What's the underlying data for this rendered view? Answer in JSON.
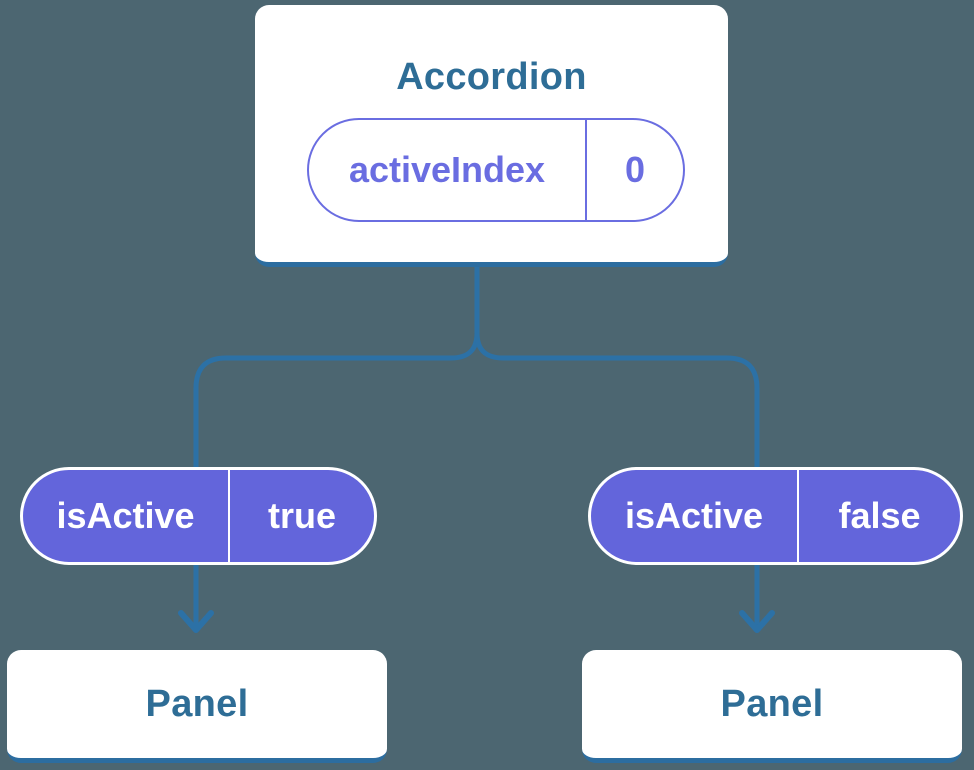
{
  "palette": {
    "page_bg": "#4C6671",
    "card_bg": "#FFFFFF",
    "card_border_blue": "#2C6DA0",
    "connector_blue": "#2C71A6",
    "heading_blue": "#2E6D96",
    "pill_purple": "#6365DB",
    "pill_purple_border": "#6A6DE1",
    "white": "#FFFFFF"
  },
  "diagram": {
    "root": {
      "title": "Accordion",
      "state_pill": {
        "name": "activeIndex",
        "value": "0"
      }
    },
    "children": [
      {
        "prop_pill": {
          "name": "isActive",
          "value": "true"
        },
        "node": {
          "title": "Panel"
        }
      },
      {
        "prop_pill": {
          "name": "isActive",
          "value": "false"
        },
        "node": {
          "title": "Panel"
        }
      }
    ]
  }
}
